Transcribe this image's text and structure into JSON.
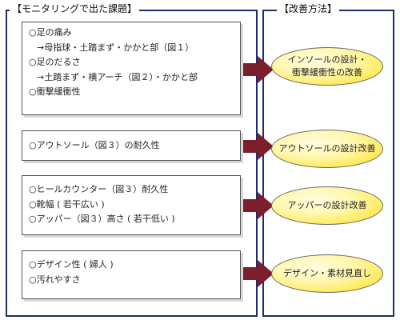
{
  "left_panel": {
    "title": "【モニタリングで出た課題】"
  },
  "right_panel": {
    "title": "【改善方法】"
  },
  "cards": [
    {
      "lines": [
        "○足の痛み",
        "→母指球・土踏まず・かかと部（図１）",
        "○足のだるさ",
        "→土踏まず・横アーチ（図２）・かかと部",
        "○衝撃緩衝性"
      ]
    },
    {
      "lines": [
        "○アウトソール（図３）の耐久性"
      ]
    },
    {
      "lines": [
        "○ヒールカウンター（図３）耐久性",
        "○靴幅 ( 若干広い )",
        "○アッパー（図３）高さ ( 若干低い )"
      ]
    },
    {
      "lines": [
        "○デザイン性 ( 婦人 )",
        "○汚れやすさ"
      ]
    }
  ],
  "solutions": [
    {
      "line1": "インソールの設計・",
      "line2": "衝撃緩衝性の改善"
    },
    {
      "line1": "アウトソールの設計改善",
      "line2": ""
    },
    {
      "line1": "アッパーの設計改善",
      "line2": ""
    },
    {
      "line1": "デザイン・素材見直し",
      "line2": ""
    }
  ],
  "colors": {
    "frame": "#1d2d6b",
    "arrow": "#7a1f2b",
    "oval_fill": "#fff59d",
    "bullet": "#222222"
  }
}
